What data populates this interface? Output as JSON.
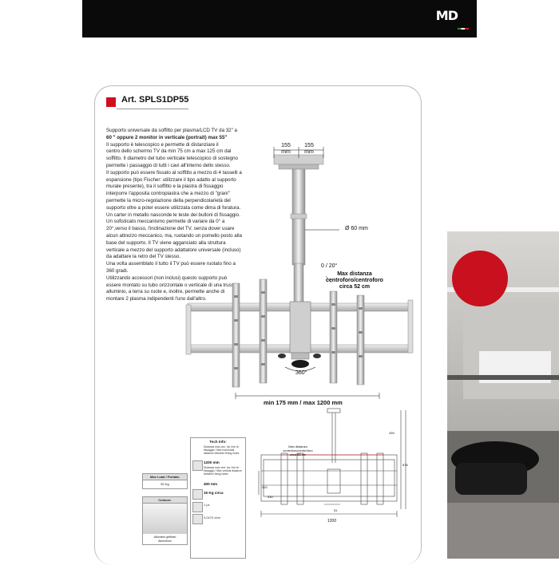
{
  "header": {
    "logo": "MD"
  },
  "article": {
    "code": "Art. SPLS1DP55"
  },
  "description": [
    "Supporto universale da soffitto per plasma/LCD TV da 32\" a",
    "60 \" oppure 2 monitor in verticale (portrait) max 55\"",
    "Il supporto è telescopico e permette di distanziare il",
    "centro dello schermo TV da min 75 cm a max 125 cm dal",
    "soffitto. Il diametro del tubo verticale telescopico di sostegno",
    "permette i passaggio di tutti i cavi all'interno dello stesso.",
    "Il supporto può essere fissato al soffitto a mezzo di 4 tasselli a",
    "espansione (tipo Fischer: utilizzare il tipo adatto al supporto",
    "murale presente), tra il soffitto e la piastra di fissaggio",
    "interporre l'apposita contropiastra che a mezzo di \"grani\"",
    "permette la micro-regolazione della perpendicolarietà del",
    "supporto oltre a poter essere utilizzata come dima di foratura.",
    "Un carter in metallo nasconde le teste dei bulloni di fissaggio.",
    "Un sofisticato meccanismo permette di variare da 0° a",
    "20°,verso il basso, l'inclinazione del TV, senza dover usare",
    "alcun attrezzo meccanico, ma, ruotando un pomello posto alla",
    "base del supporto. Il TV viene agganciato alla struttura",
    "verticale a mezzo del supporto adattatore universale (incluso)",
    "da adattare la retro del TV stesso.",
    "Una volta assemblato il tutto il TV può essere ruotato fino a",
    "360 gradi.",
    "Utilizzando accessori (non inclusi) questo supporto può",
    "essere montato su tubo orizzontale o verticale di una truss in",
    "alluminio, a terra su ruote e, inoltre, permette anche di",
    "montare 2 plasma indipendenti l'uno dall'altro."
  ],
  "diagram": {
    "dim_left": "155",
    "dim_left_unit": "mm",
    "dim_right": "155",
    "dim_right_unit": "mm",
    "diameter": "Ø 60 mm",
    "tilt": "0 / 20°",
    "max_distance": "Max distanza\ncentroforo/centroforo\ncirca 52 cm",
    "rotation": "360°",
    "range": "min 175 mm / max  1200 mm"
  },
  "tech": {
    "title": "Tech Info:",
    "dist_h_label": "Distanza max oriz. tra i fori di fissaggio / Max horizontal distance between fixing holes",
    "dist_h_value": "1200 mm",
    "dist_v_label": "Distanza max vert. tra i fori di fissaggio / Max vertical distance between fixing holes",
    "dist_v_value": "400 mm",
    "weight_value": "15 Kg circa",
    "pcs": "1 pz",
    "volume": "0,0470 cbm"
  },
  "load": {
    "header": "Max Load / Portata:",
    "value": "50 Kg"
  },
  "colours": {
    "header": "Colours:",
    "value": "Alluminio goffrato\nAluminium"
  },
  "drawing": {
    "label": "Max distanza\ncentroforo/centroforo\ncirca 52 cm",
    "width": "1200",
    "h1": "439",
    "h2": "876",
    "h3": "420",
    "h4": "530",
    "d": "51"
  }
}
